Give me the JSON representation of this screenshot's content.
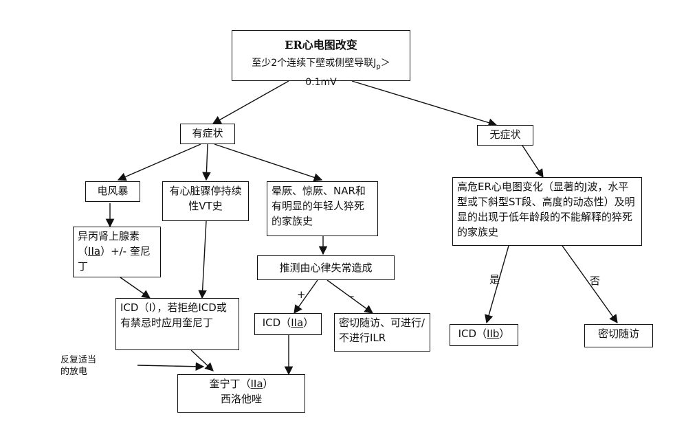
{
  "nodes": {
    "root_title": "ER心电图改变",
    "root_subtitle_pre": "至少2个连续下壁或侧壁导联J",
    "root_subtitle_sub": "p",
    "root_subtitle_post": "＞0.1mV",
    "symptomatic": "有症状",
    "asymptomatic": "无症状",
    "electrical_storm": "电风暴",
    "cardiac_arrest": "有心脏骤停持续性VT史",
    "syncope": "晕厥、惊厥、NAR和有明显的年轻人猝死的家族史",
    "isoproterenol_pre": "异丙肾上腺素（",
    "isoproterenol_class": "IIa",
    "isoproterenol_post": "）+/- 奎尼丁",
    "presumed_arrhythmia": "推测由心律失常造成",
    "icd_class1": "ICD（I），若拒绝ICD或有禁忌时应用奎尼丁",
    "icd_iia_pre": "ICD（",
    "icd_iia_class": "IIa",
    "icd_iia_post": "）",
    "followup_ilr": "密切随访、可进行/不进行ILR",
    "high_risk": "高危ER心电图变化（显著的J波，水平型或下斜型ST段、高度的动态性）及明显的出现于低年龄段的不能解释的猝死的家族史",
    "icd_iib_pre": "ICD（",
    "icd_iib_class": "IIb",
    "icd_iib_post": "）",
    "followup": "密切随访",
    "quinidine_pre": "奎宁丁（",
    "quinidine_class": "IIa",
    "quinidine_post": "）",
    "cilostazol": "西洛他唑"
  },
  "labels": {
    "plus": "+",
    "minus": "–",
    "yes": "是",
    "no": "否",
    "repeated_shocks": "反复适当的放电"
  }
}
